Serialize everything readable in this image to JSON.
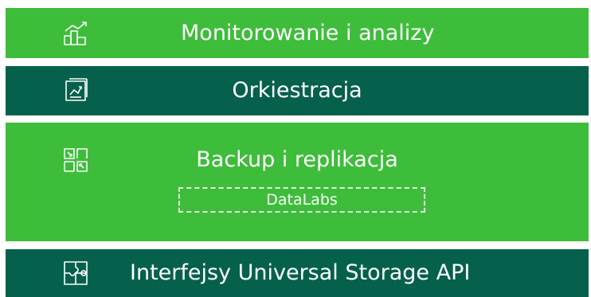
{
  "bands": [
    {
      "label": "Monitorowanie i analizy",
      "icon": "monitoring-chart-icon"
    },
    {
      "label": "Orkiestracja",
      "icon": "orchestration-icon"
    },
    {
      "label": "Backup i replikacja",
      "icon": "backup-replication-icon",
      "sublabel": "DataLabs"
    },
    {
      "label": "Interfejsy Universal Storage API",
      "icon": "storage-api-puzzle-icon"
    }
  ],
  "colors": {
    "light_green": "#3ebd3a",
    "dark_green": "#06614c",
    "text": "#ffffff"
  }
}
